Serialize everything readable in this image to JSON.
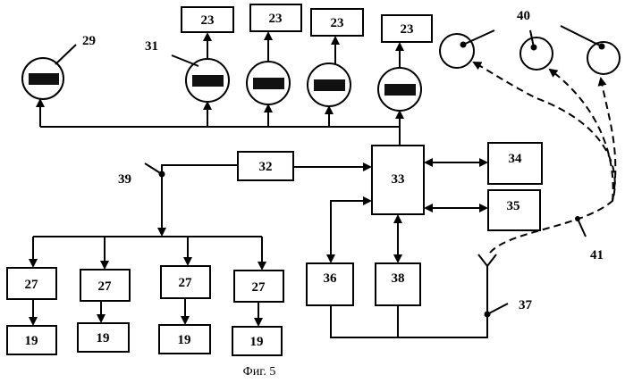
{
  "figure": {
    "caption": "Фиг. 5",
    "labels": {
      "l29": "29",
      "l31": "31",
      "l39": "39",
      "l40": "40",
      "l41": "41",
      "l37": "37"
    },
    "boxes": {
      "b23": "23",
      "b32": "32",
      "b33": "33",
      "b34": "34",
      "b35": "35",
      "b36": "36",
      "b38": "38",
      "b27": "27",
      "b19": "19"
    }
  }
}
